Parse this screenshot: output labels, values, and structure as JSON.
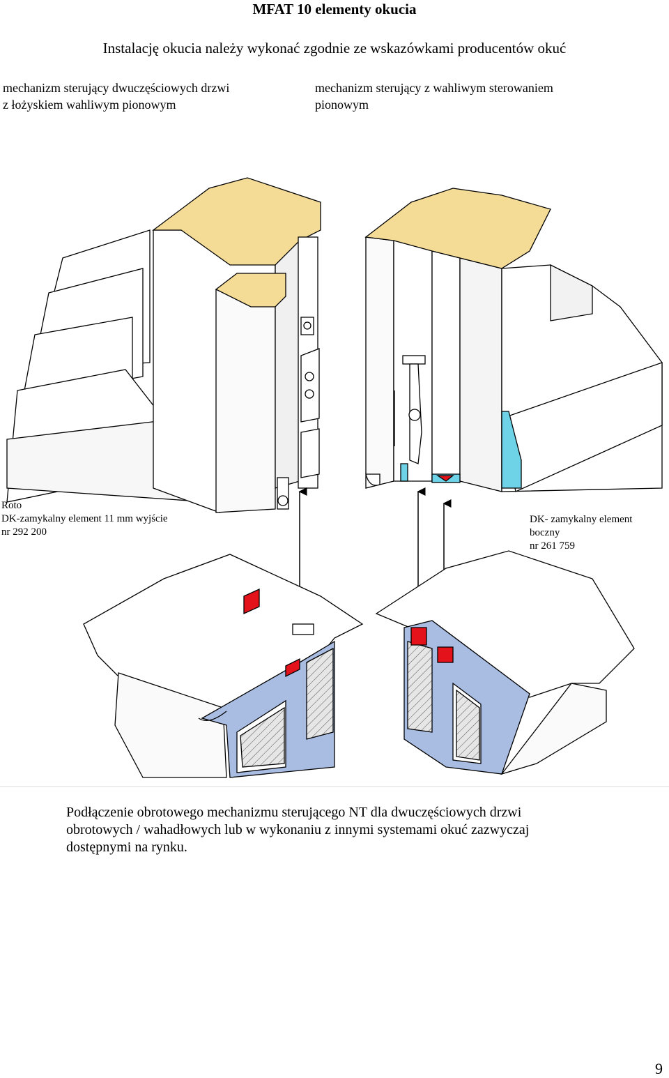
{
  "header": {
    "title": "MFAT 10 elementy okucia",
    "subtitle": "Instalację okucia należy wykonać zgodnie ze wskazówkami producentów okuć"
  },
  "captions": {
    "left_line1": "mechanizm sterujący dwuczęściowych drzwi",
    "left_line2": "z łożyskiem wahliwym pionowym",
    "right_line1": "mechanizm sterujący z wahliwym sterowaniem",
    "right_line2": "pionowym"
  },
  "labels": {
    "left_line1": "Roto",
    "left_line2": "DK-zamykalny element 11 mm wyjście",
    "left_line3": "nr 292 200",
    "right_line1": "DK- zamykalny element",
    "right_line2": "boczny",
    "right_line3": "nr 261 759"
  },
  "footer": {
    "line1": "Podłączenie obrotowego mechanizmu sterującego NT dla dwuczęściowych drzwi",
    "line2": "obrotowych / wahadłowych lub w wykonaniu z innymi systemami okuć zazwyczaj",
    "line3": "dostępnymi na rynku."
  },
  "page_number": "9",
  "colors": {
    "wood": "#f5dc96",
    "profile_blue": "#a9bde3",
    "gasket_red": "#e3121b",
    "insulation": "#d8d8d8",
    "cyan_seal": "#6fd3e8"
  }
}
